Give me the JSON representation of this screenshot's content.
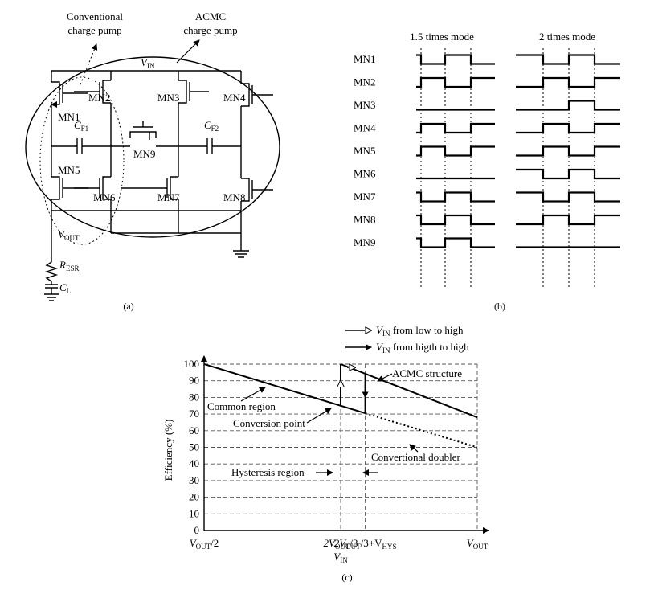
{
  "panel_a": {
    "caption": "(a)",
    "callout_conventional": [
      "Conventional",
      "charge pump"
    ],
    "callout_acmc": [
      "ACMC",
      "charge pump"
    ],
    "vin": {
      "main": "V",
      "sub": "IN"
    },
    "vout": {
      "main": "V",
      "sub": "OUT"
    },
    "transistors": [
      "MN1",
      "MN2",
      "MN3",
      "MN4",
      "MN5",
      "MN6",
      "MN7",
      "MN8",
      "MN9"
    ],
    "cf1": {
      "main": "C",
      "sub": "F1"
    },
    "cf2": {
      "main": "C",
      "sub": "F2"
    },
    "resr": {
      "main": "R",
      "sub": "ESR"
    },
    "cl": {
      "main": "C",
      "sub": "L"
    }
  },
  "panel_b": {
    "caption": "(b)",
    "mode1": "1.5 times mode",
    "mode2": "2 times mode",
    "signals": [
      "MN1",
      "MN2",
      "MN3",
      "MN4",
      "MN5",
      "MN6",
      "MN7",
      "MN8",
      "MN9"
    ],
    "waves_mode1": [
      "HLHLL",
      "LHLHH",
      "LLLLL",
      "LHLHH",
      "LHLHH",
      "LLLLL",
      "HLHLL",
      "HLHLL",
      "HLHLL"
    ],
    "waves_mode2": [
      "HLHLL",
      "LHLHH",
      "LLHLL",
      "LHLHH",
      "LHLHH",
      "HLHLL",
      "HLHLL",
      "LHLHH",
      "LLLLL"
    ]
  },
  "panel_c": {
    "caption": "(c)",
    "legend": [
      {
        "main": "V",
        "sub": "IN",
        "text": " from low to high"
      },
      {
        "main": "V",
        "sub": "IN",
        "text": " from higth to high"
      }
    ],
    "annotations": [
      "ACMC structure",
      "Common region",
      "Conversion point",
      "Convertional doubler",
      "Hysteresis region"
    ]
  },
  "chart_data": {
    "type": "line",
    "title": "",
    "xlabel": "V_IN",
    "ylabel": "Efficiency (%)",
    "ylim": [
      0,
      100
    ],
    "yticks": [
      0,
      10,
      20,
      30,
      40,
      50,
      60,
      70,
      80,
      90,
      100
    ],
    "xtick_labels": [
      {
        "main": "V",
        "sub": "OUT",
        "rest": "/2"
      },
      {
        "main": "2V",
        "sub": "OUT",
        "rest": "/3"
      },
      {
        "main": "2V",
        "sub": "OUT",
        "rest": "/3+V",
        "sub2": "HYS"
      },
      {
        "main": "V",
        "sub": "OUT",
        "rest": ""
      }
    ],
    "x_positions": [
      0,
      0.5,
      0.59,
      1
    ],
    "series": [
      {
        "name": "ACMC structure",
        "style": "solid",
        "x": [
          0.5,
          1
        ],
        "y": [
          100,
          68
        ]
      },
      {
        "name": "Common region",
        "style": "solid",
        "x": [
          0,
          0.59
        ],
        "y": [
          100,
          70.5
        ]
      },
      {
        "name": "Convertional doubler",
        "style": "dotted",
        "x": [
          0.59,
          1
        ],
        "y": [
          70.5,
          50
        ]
      }
    ],
    "transitions": [
      {
        "x": 0.5,
        "from": 75,
        "to": 100,
        "direction": "up"
      },
      {
        "x": 0.59,
        "from": 94,
        "to": 70.5,
        "direction": "down"
      }
    ],
    "grid": true
  }
}
